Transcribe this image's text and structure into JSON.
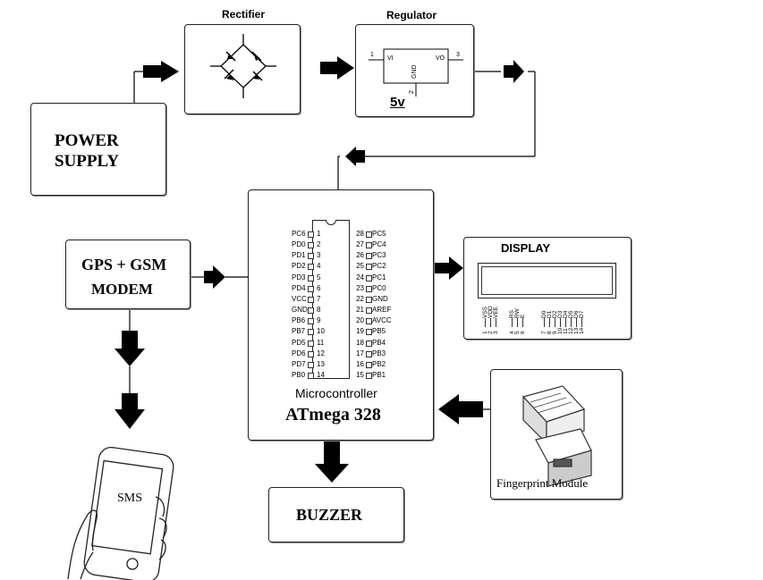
{
  "power_supply": {
    "line1": "POWER",
    "line2": "SUPPLY"
  },
  "rectifier": {
    "title": "Rectifier"
  },
  "regulator": {
    "title": "Regulator",
    "pin_vi": "VI",
    "pin_vo": "VO",
    "pin_gnd": "GND",
    "pin_num_1": "1",
    "pin_num_2": "2",
    "pin_num_3": "3",
    "output": "5v"
  },
  "gps_gsm": {
    "line1": "GPS + GSM",
    "line2": "MODEM"
  },
  "microcontroller": {
    "caption": "Microcontroller",
    "name": "ATmega 328",
    "left_pins": [
      {
        "name": "PC6",
        "num": "1"
      },
      {
        "name": "PD0",
        "num": "2"
      },
      {
        "name": "PD1",
        "num": "3"
      },
      {
        "name": "PD2",
        "num": "4"
      },
      {
        "name": "PD3",
        "num": "5"
      },
      {
        "name": "PD4",
        "num": "6"
      },
      {
        "name": "VCC",
        "num": "7"
      },
      {
        "name": "GND",
        "num": "8"
      },
      {
        "name": "PB6",
        "num": "9"
      },
      {
        "name": "PB7",
        "num": "10"
      },
      {
        "name": "PD5",
        "num": "11"
      },
      {
        "name": "PD6",
        "num": "12"
      },
      {
        "name": "PD7",
        "num": "13"
      },
      {
        "name": "PB0",
        "num": "14"
      }
    ],
    "right_pins": [
      {
        "num": "28",
        "name": "PC5"
      },
      {
        "num": "27",
        "name": "PC4"
      },
      {
        "num": "26",
        "name": "PC3"
      },
      {
        "num": "25",
        "name": "PC2"
      },
      {
        "num": "24",
        "name": "PC1"
      },
      {
        "num": "23",
        "name": "PC0"
      },
      {
        "num": "22",
        "name": "GND"
      },
      {
        "num": "21",
        "name": "AREF"
      },
      {
        "num": "20",
        "name": "AVCC"
      },
      {
        "num": "19",
        "name": "PB5"
      },
      {
        "num": "18",
        "name": "PB4"
      },
      {
        "num": "17",
        "name": "PB3"
      },
      {
        "num": "16",
        "name": "PB2"
      },
      {
        "num": "15",
        "name": "PB1"
      }
    ]
  },
  "display": {
    "title": "DISPLAY",
    "pins": [
      "VSS",
      "VDD",
      "VEE",
      "RS",
      "RW",
      "E",
      "D0",
      "D1",
      "D2",
      "D3",
      "D4",
      "D5",
      "D6",
      "D7"
    ],
    "pin_numbers": [
      "1",
      "2",
      "3",
      "4",
      "5",
      "6",
      "7",
      "8",
      "9",
      "10",
      "11",
      "12",
      "13",
      "14"
    ]
  },
  "fingerprint": {
    "label": "Fingerprint Module"
  },
  "phone": {
    "label": "SMS"
  },
  "buzzer": {
    "label": "BUZZER"
  },
  "colors": {
    "line": "#000000",
    "arrow": "#000000",
    "lcd_face": "#ffffff"
  }
}
